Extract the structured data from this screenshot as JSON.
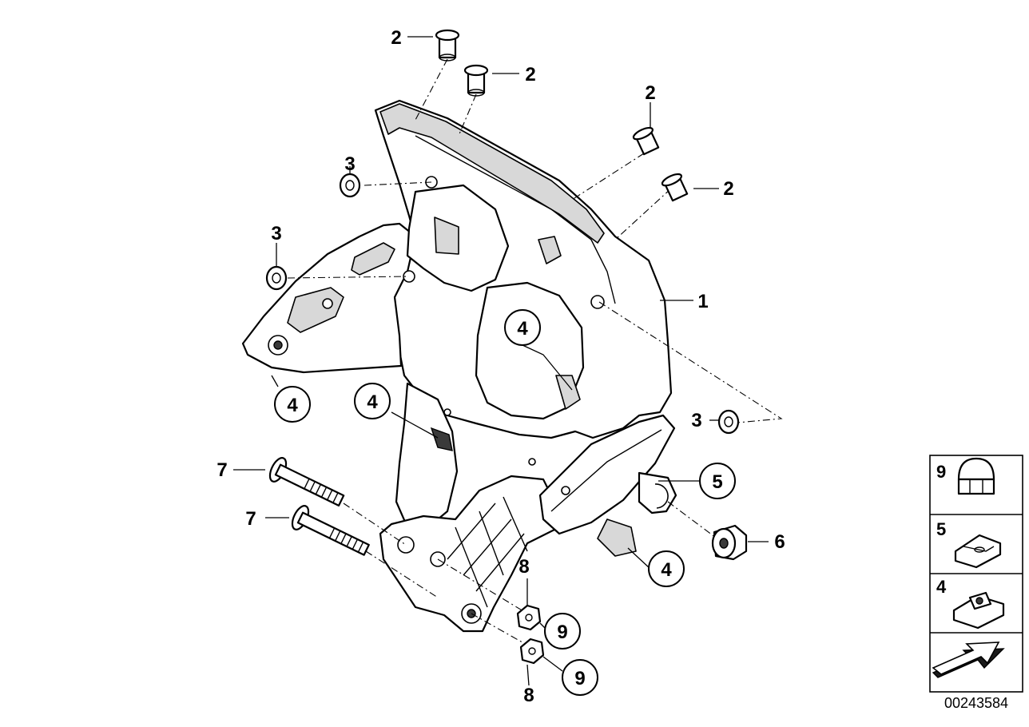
{
  "callouts": {
    "c1": "1",
    "c2a": "2",
    "c2b": "2",
    "c2c": "2",
    "c2d": "2",
    "c3a": "3",
    "c3b": "3",
    "c3c": "3",
    "c4a": "4",
    "c4b": "4",
    "c4c": "4",
    "c4d": "4",
    "c5": "5",
    "c6": "6",
    "c7a": "7",
    "c7b": "7",
    "c8a": "8",
    "c8b": "8",
    "c9a": "9",
    "c9b": "9"
  },
  "legend": {
    "item_top": "9",
    "item_mid": "5",
    "item_bottom": "4"
  },
  "document_number": "00243584"
}
